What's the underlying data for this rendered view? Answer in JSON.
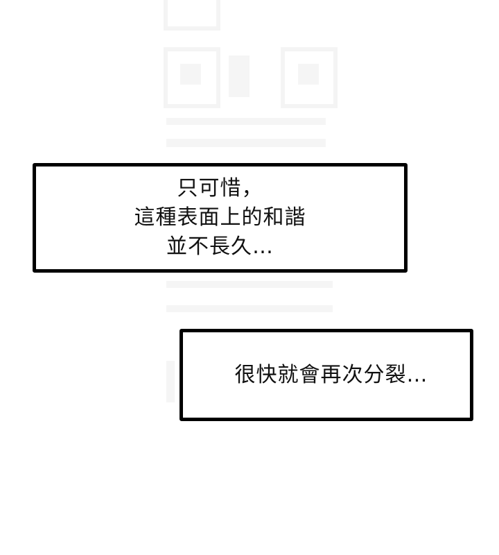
{
  "page": {
    "background_color": "#ffffff",
    "border_color": "#000000",
    "text_color": "#111111"
  },
  "captions": [
    {
      "lines": [
        "只可惜，",
        "這種表面上的和諧",
        "並不長久…"
      ]
    },
    {
      "lines": [
        "很快就會再次分裂…"
      ]
    }
  ]
}
